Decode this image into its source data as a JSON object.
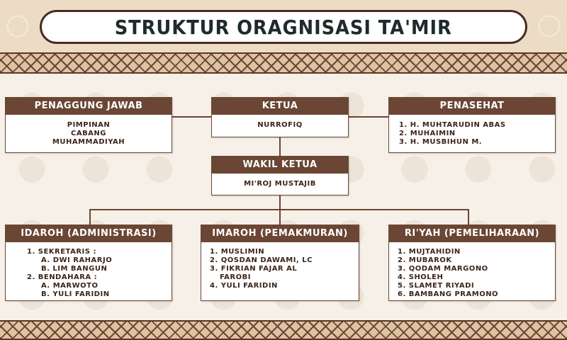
{
  "title": "STRUKTUR ORAGNISASI TA'MIR",
  "penanggung_jawab": {
    "header": "PENAGGUNG JAWAB",
    "lines": [
      "PIMPINAN",
      "CABANG",
      "MUHAMMADIYAH"
    ]
  },
  "ketua": {
    "header": "KETUA",
    "lines": [
      "NURROFIQ"
    ]
  },
  "penasehat": {
    "header": "PENASEHAT",
    "lines": [
      "1. H. MUHTARUDIN ABAS",
      "2. MUHAIMIN",
      "3. H. MUSBIHUN M."
    ]
  },
  "wakil_ketua": {
    "header": "WAKIL KETUA",
    "lines": [
      "MI'ROJ MUSTAJIB"
    ]
  },
  "idaroh": {
    "header": "IDAROH (ADMINISTRASI)",
    "lines": [
      "1. SEKRETARIS :",
      "A. DWI RAHARJO",
      "B. LIM BANGUN",
      "2. BENDAHARA :",
      "A. MARWOTO",
      "B. YULI FARIDIN"
    ]
  },
  "imaroh": {
    "header": "IMAROH (PEMAKMURAN)",
    "lines": [
      "1. MUSLIMIN",
      "2. QOSDAN DAWAMI, LC",
      "3. FIKRIAN FAJAR AL",
      "FAROBI",
      "4. YULI FARIDIN"
    ]
  },
  "riayah": {
    "header": "RI'YAH (PEMELIHARAAN)",
    "lines": [
      "1. MUJTAHIDIN",
      "2. MUBAROK",
      "3. QODAM MARGONO",
      "4. SHOLEH",
      "5. SLAMET RIYADI",
      "6. BAMBANG PRAMONO"
    ]
  }
}
